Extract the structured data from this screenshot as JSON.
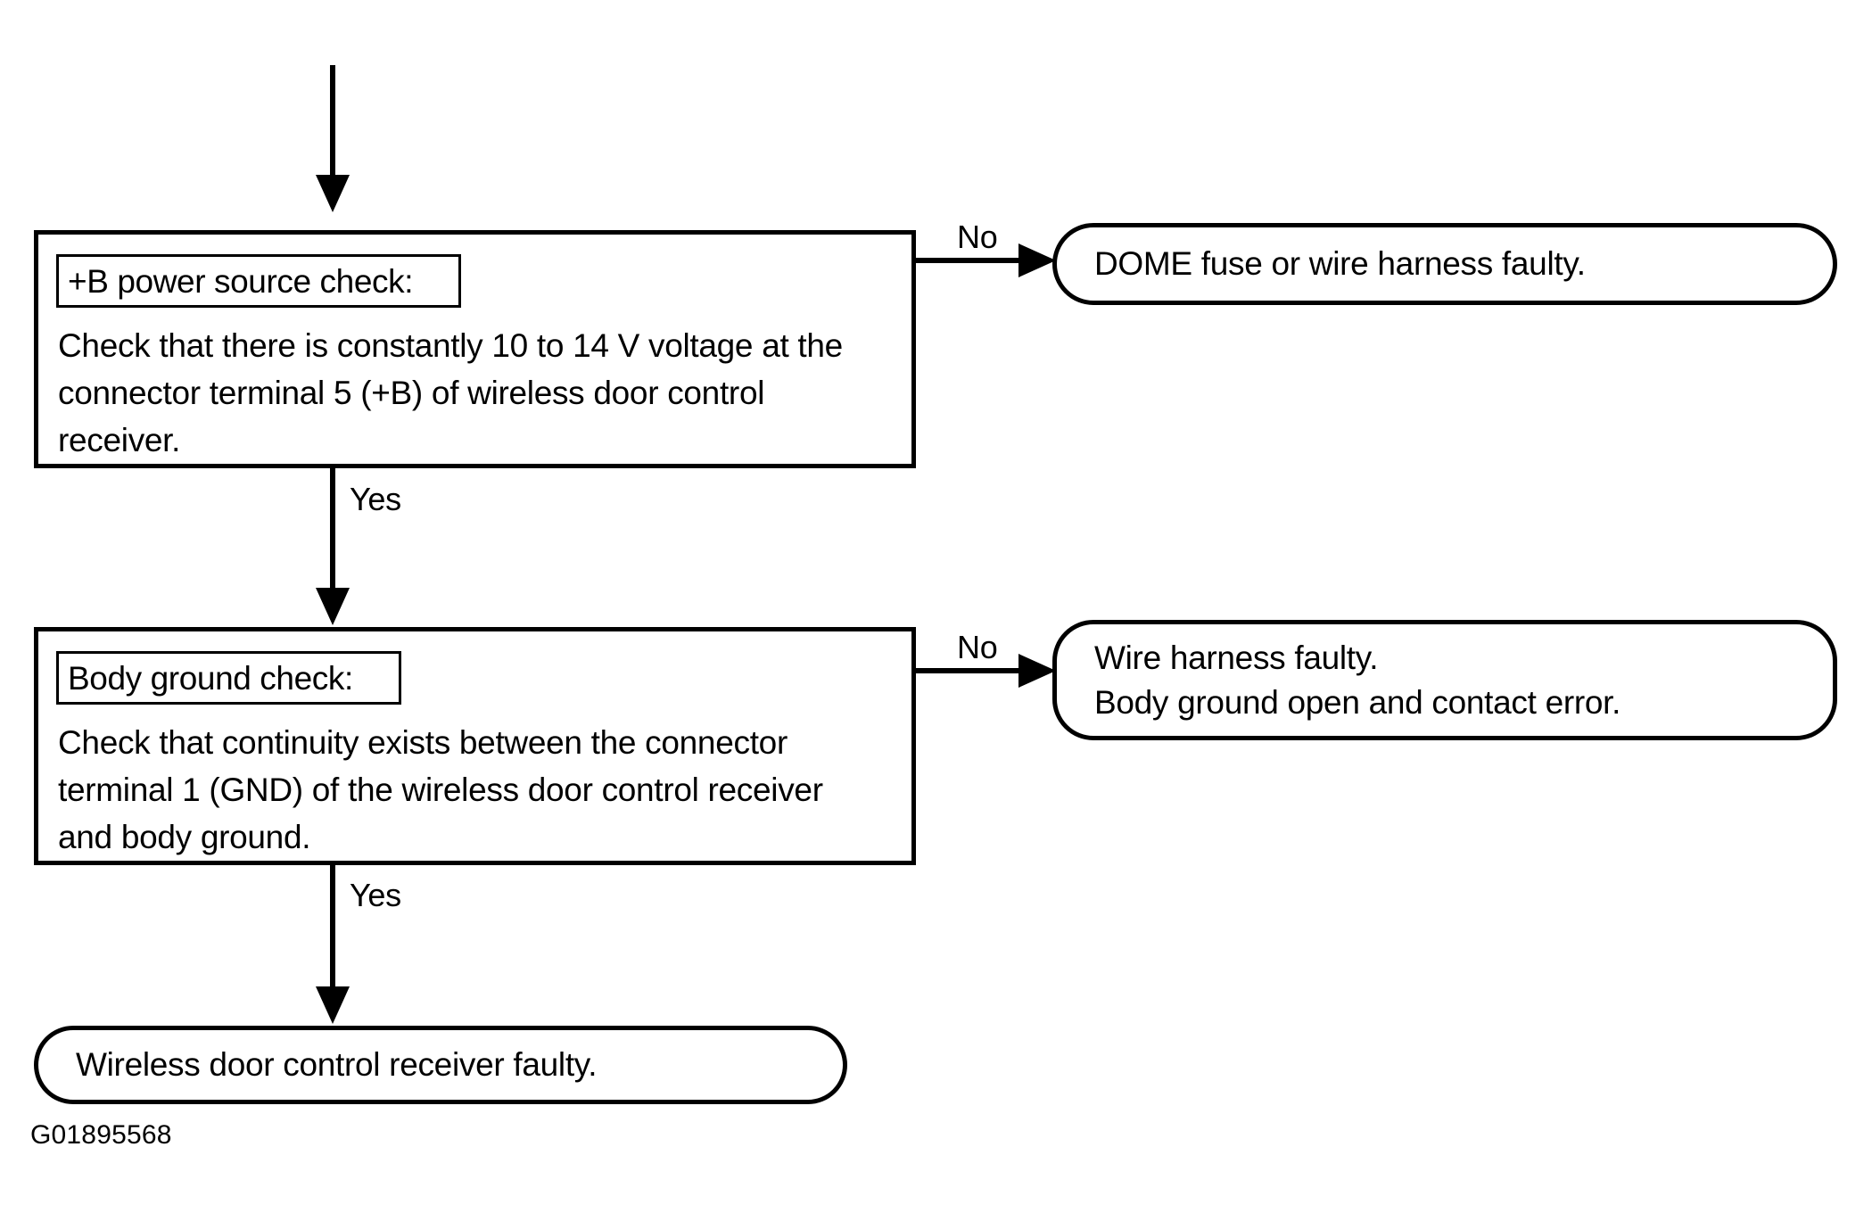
{
  "figure": {
    "id_label": "G01895568",
    "type": "troubleshooting-flowchart"
  },
  "nodes": {
    "check_power": {
      "title": "+B power source check:",
      "body": "Check that there is constantly 10 to 14 V voltage at the\nconnector terminal 5 (+B) of wireless door control\nreceiver."
    },
    "check_ground": {
      "title": "Body ground check:",
      "body": "Check that continuity exists between the connector\nterminal 1 (GND) of the wireless door control receiver\nand body ground."
    },
    "result_dome_fuse": {
      "text": "DOME fuse or wire harness faulty."
    },
    "result_wire_harness": {
      "text": "Wire harness faulty.\nBody ground open and contact error."
    },
    "result_receiver": {
      "text": "Wireless door control receiver faulty."
    }
  },
  "edges": {
    "power_no": "No",
    "power_yes": "Yes",
    "ground_no": "No",
    "ground_yes": "Yes"
  },
  "colors": {
    "stroke": "#000000",
    "background": "#ffffff",
    "text": "#000000"
  }
}
